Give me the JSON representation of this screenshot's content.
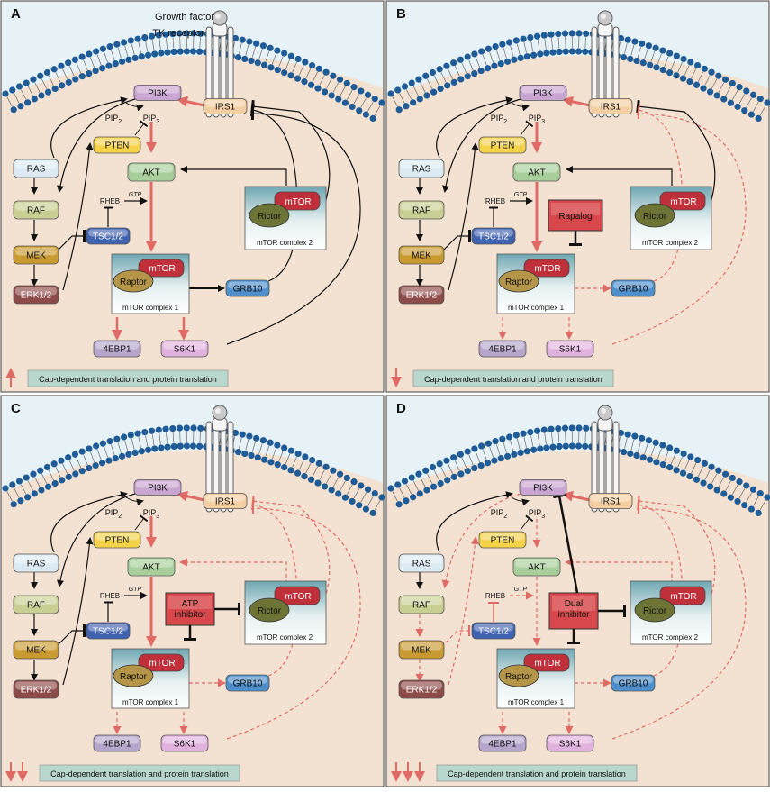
{
  "receptor_label": [
    "Growth factor",
    "TK receptor"
  ],
  "panels": [
    {
      "letter": "A",
      "inhibitor": "",
      "footer": "Cap-dependent translation and protein translation",
      "footer_arrows": 1
    },
    {
      "letter": "B",
      "inhibitor": "Rapalog",
      "footer": "Cap-dependent translation and protein translation",
      "footer_arrows": 1
    },
    {
      "letter": "C",
      "inhibitor": "ATP inhibitor",
      "footer": "Cap-dependent translation and protein translation",
      "footer_arrows": 2
    },
    {
      "letter": "D",
      "inhibitor": "Dual inhibitor",
      "footer": "Cap-dependent translation and protein translation",
      "footer_arrows": 3
    }
  ],
  "nodes": {
    "pi3k": "PI3K",
    "irs1": "IRS1",
    "pip2": "PIP",
    "pip2_sub": "2",
    "pip3": "PIP",
    "pip3_sub": "3",
    "pten": "PTEN",
    "akt": "AKT",
    "ras": "RAS",
    "raf": "RAF",
    "mek": "MEK",
    "erk": "ERK1/2",
    "tsc": "TSC1/2",
    "rheb": "RHEB",
    "gtp": "GTP",
    "mtor": "mTOR",
    "rictor": "Rictor",
    "raptor": "Raptor",
    "complex2": "mTOR complex 2",
    "complex1": "mTOR complex 1",
    "grb10": "GRB10",
    "ebp1": "4EBP1",
    "s6k1": "S6K1"
  },
  "colors": {
    "sky": "#e6f2f6",
    "cytoplasm": "#f3e2d2",
    "lipid": "#1f5b96",
    "red_arrow": "#e06a66",
    "dashed": "#e06a66",
    "pi3k": "#c9a5d2",
    "irs1": "#f5cfa4",
    "pten": "#f4d34a",
    "akt": "#a8cf9b",
    "ras": "#dcebf3",
    "raf": "#c9cf93",
    "mek": "#c99a30",
    "erk": "#8c4a48",
    "tsc": "#3f62b0",
    "grb10": "#4e8fcc",
    "ebp1": "#b6a6cb",
    "s6k1": "#e2b2df",
    "mtor": "#c0303a",
    "rictor": "#6e7436",
    "raptor": "#b59548",
    "inhibitor": "#d8474b",
    "footer_box": "#b9d7cc"
  }
}
